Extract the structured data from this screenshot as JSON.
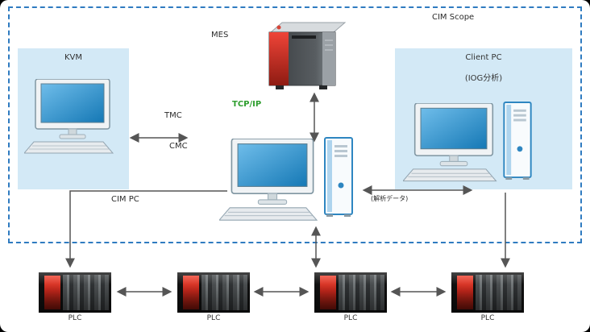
{
  "scope": {
    "label": "CIM Scope"
  },
  "kvm": {
    "label": "KVM"
  },
  "mes": {
    "label": "MES"
  },
  "links": {
    "tcpip": "TCP/IP",
    "tmc": "TMC",
    "cmc": "CMC",
    "cim_pc": "CIM PC",
    "client_data": "(解析データ)"
  },
  "client": {
    "title": "Client PC",
    "subtitle": "(IOG分析)"
  },
  "plcs": [
    {
      "label": "PLC"
    },
    {
      "label": "PLC"
    },
    {
      "label": "PLC"
    },
    {
      "label": "PLC"
    }
  ],
  "colors": {
    "scope_border": "#2f7bc0",
    "panel_fill": "#d3e9f6",
    "tcpip_green": "#2e9e2e",
    "arrow": "#555555",
    "screen_blue": "#2a8fd0",
    "plc_red": "#d23b2f",
    "server_red": "#c4271b"
  }
}
